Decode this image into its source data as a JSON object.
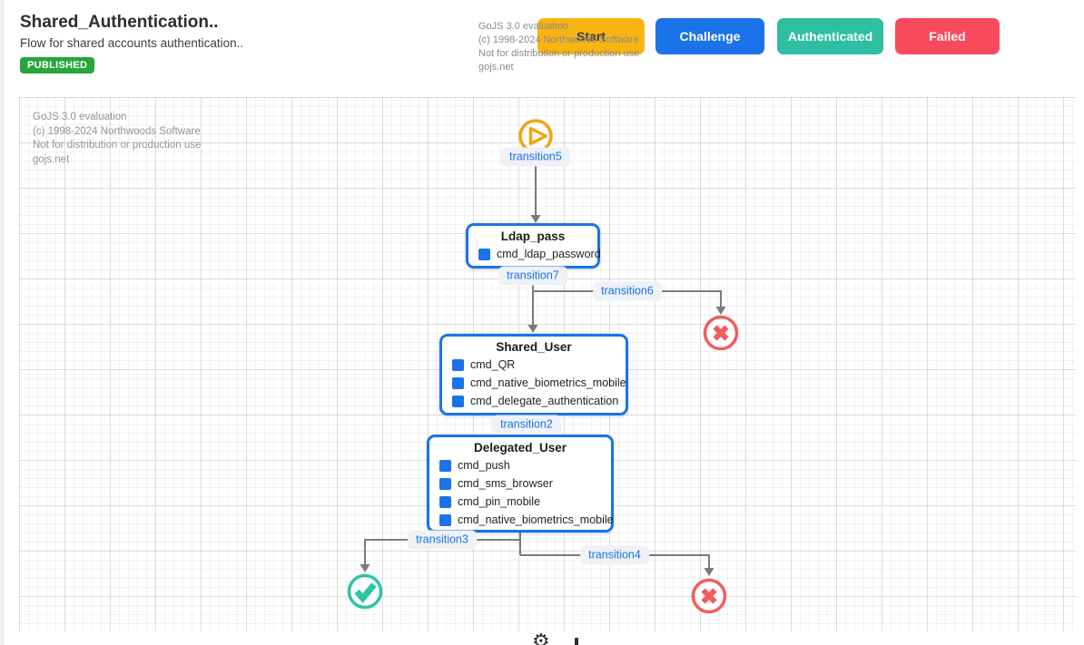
{
  "header": {
    "title": "Shared_Authentication..",
    "subtitle": "Flow for shared accounts authentication..",
    "status_badge": "PUBLISHED",
    "buttons": [
      {
        "label": "Start",
        "bg": "#f8b411",
        "fg": "#3a3a3a"
      },
      {
        "label": "Challenge",
        "bg": "#1a73e8",
        "fg": "#ffffff"
      },
      {
        "label": "Authenticated",
        "bg": "#2ebfa3",
        "fg": "#ffffff"
      },
      {
        "label": "Failed",
        "bg": "#f94a5d",
        "fg": "#ffffff"
      }
    ]
  },
  "watermark": {
    "line1": "GoJS 3.0 evaluation",
    "line2": "(c) 1998-2024 Northwoods Software",
    "line3": "Not for distribution or production use",
    "line4": "gojs.net"
  },
  "diagram": {
    "nodes": {
      "ldap_pass": {
        "title": "Ldap_pass",
        "commands": [
          "cmd_ldap_password"
        ]
      },
      "shared_user": {
        "title": "Shared_User",
        "commands": [
          "cmd_QR",
          "cmd_native_biometrics_mobile",
          "cmd_delegate_authentication"
        ]
      },
      "delegated_user": {
        "title": "Delegated_User",
        "commands": [
          "cmd_push",
          "cmd_sms_browser",
          "cmd_pin_mobile",
          "cmd_native_biometrics_mobile"
        ]
      }
    },
    "edge_labels": {
      "transition2": "transition2",
      "transition3": "transition3",
      "transition4": "transition4",
      "transition5": "transition5",
      "transition6": "transition6",
      "transition7": "transition7"
    },
    "icons": {
      "start": "play-circle",
      "success": "check-circle",
      "failure": "x-circle"
    },
    "colors": {
      "node_border_blue": "#1a73e8",
      "edge_gray": "#7b7b7b",
      "label_text_blue": "#1a73e8",
      "label_bg": "#eef1f6",
      "start_amber": "#f0a511",
      "success_teal": "#2ec4a5",
      "failure_red": "#f25c5c",
      "published_green": "#28a53c"
    }
  }
}
